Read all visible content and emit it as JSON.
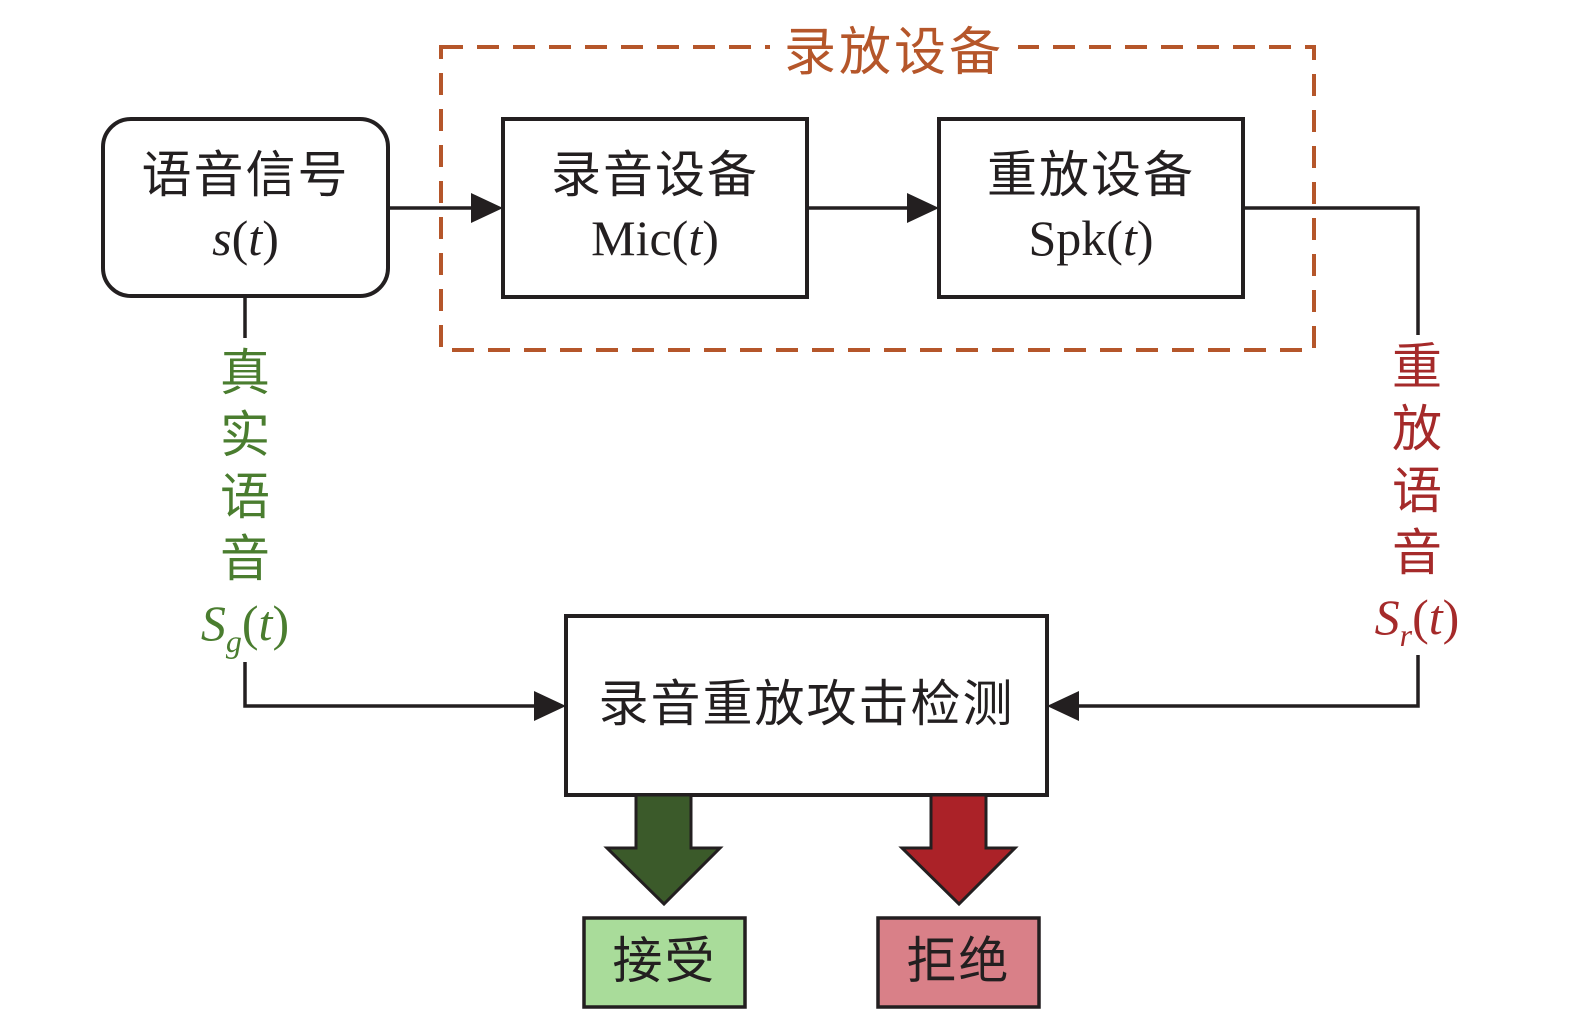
{
  "group": {
    "label": "录放设备",
    "color": "#b5562a"
  },
  "nodes": {
    "speech_signal": {
      "label": "语音信号",
      "symbol": "s",
      "arg": "t"
    },
    "recording_device": {
      "label": "录音设备",
      "symbol": "Mic",
      "arg": "t"
    },
    "playback_device": {
      "label": "重放设备",
      "symbol": "Spk",
      "arg": "t"
    },
    "detector": {
      "label": "录音重放攻击检测"
    },
    "accept": {
      "label": "接受",
      "fill": "#a9dc9a"
    },
    "reject": {
      "label": "拒绝",
      "fill": "#d98088"
    }
  },
  "edges": {
    "genuine": {
      "chars": [
        "真",
        "实",
        "语",
        "音"
      ],
      "symbol": "S",
      "sub": "g",
      "arg": "t",
      "color": "#4a7d2f"
    },
    "replay": {
      "chars": [
        "重",
        "放",
        "语",
        "音"
      ],
      "symbol": "S",
      "sub": "r",
      "arg": "t",
      "color": "#a52a2a"
    }
  },
  "arrow_colors": {
    "accept": "#3b5a2a",
    "reject": "#ab2228"
  }
}
